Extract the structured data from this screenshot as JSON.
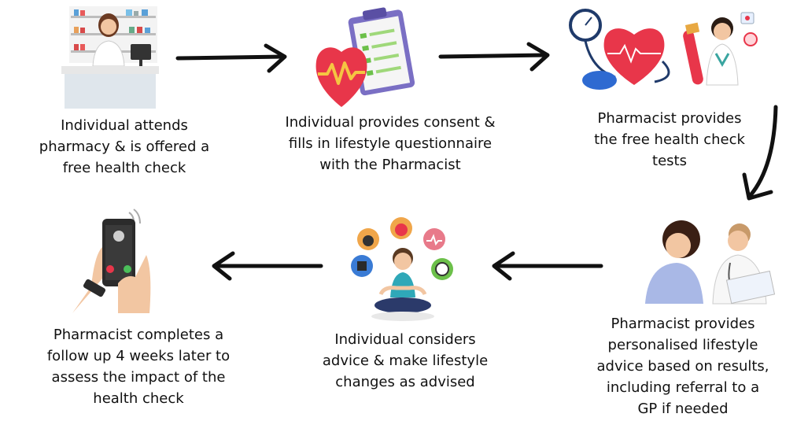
{
  "steps": [
    {
      "label": "Individual attends\npharmacy & is offered a\nfree health check",
      "icon": "pharmacist-counter-icon"
    },
    {
      "label": "Individual provides consent &\nfills in lifestyle questionnaire\nwith the Pharmacist",
      "icon": "heart-clipboard-icon"
    },
    {
      "label": "Pharmacist provides\nthe free health check\ntests",
      "icon": "health-check-equipment-icon"
    },
    {
      "label": "Pharmacist provides\npersonalised lifestyle\nadvice based on results,\nincluding referral to a\nGP if needed",
      "icon": "pharmacist-consultation-icon"
    },
    {
      "label": "Individual considers\nadvice &  make lifestyle\nchanges as advised",
      "icon": "meditating-person-icon"
    },
    {
      "label": "Pharmacist completes a\nfollow up  4 weeks later to\nassess the impact of the\nhealth check",
      "icon": "phone-call-icon"
    }
  ],
  "colors": {
    "arrow": "#111111",
    "heart_red": "#e8364a",
    "blue_accent": "#3a7bd5",
    "clipboard_purple": "#7a6fc4",
    "green_check": "#6cc04a",
    "skin": "#f2c6a2"
  }
}
